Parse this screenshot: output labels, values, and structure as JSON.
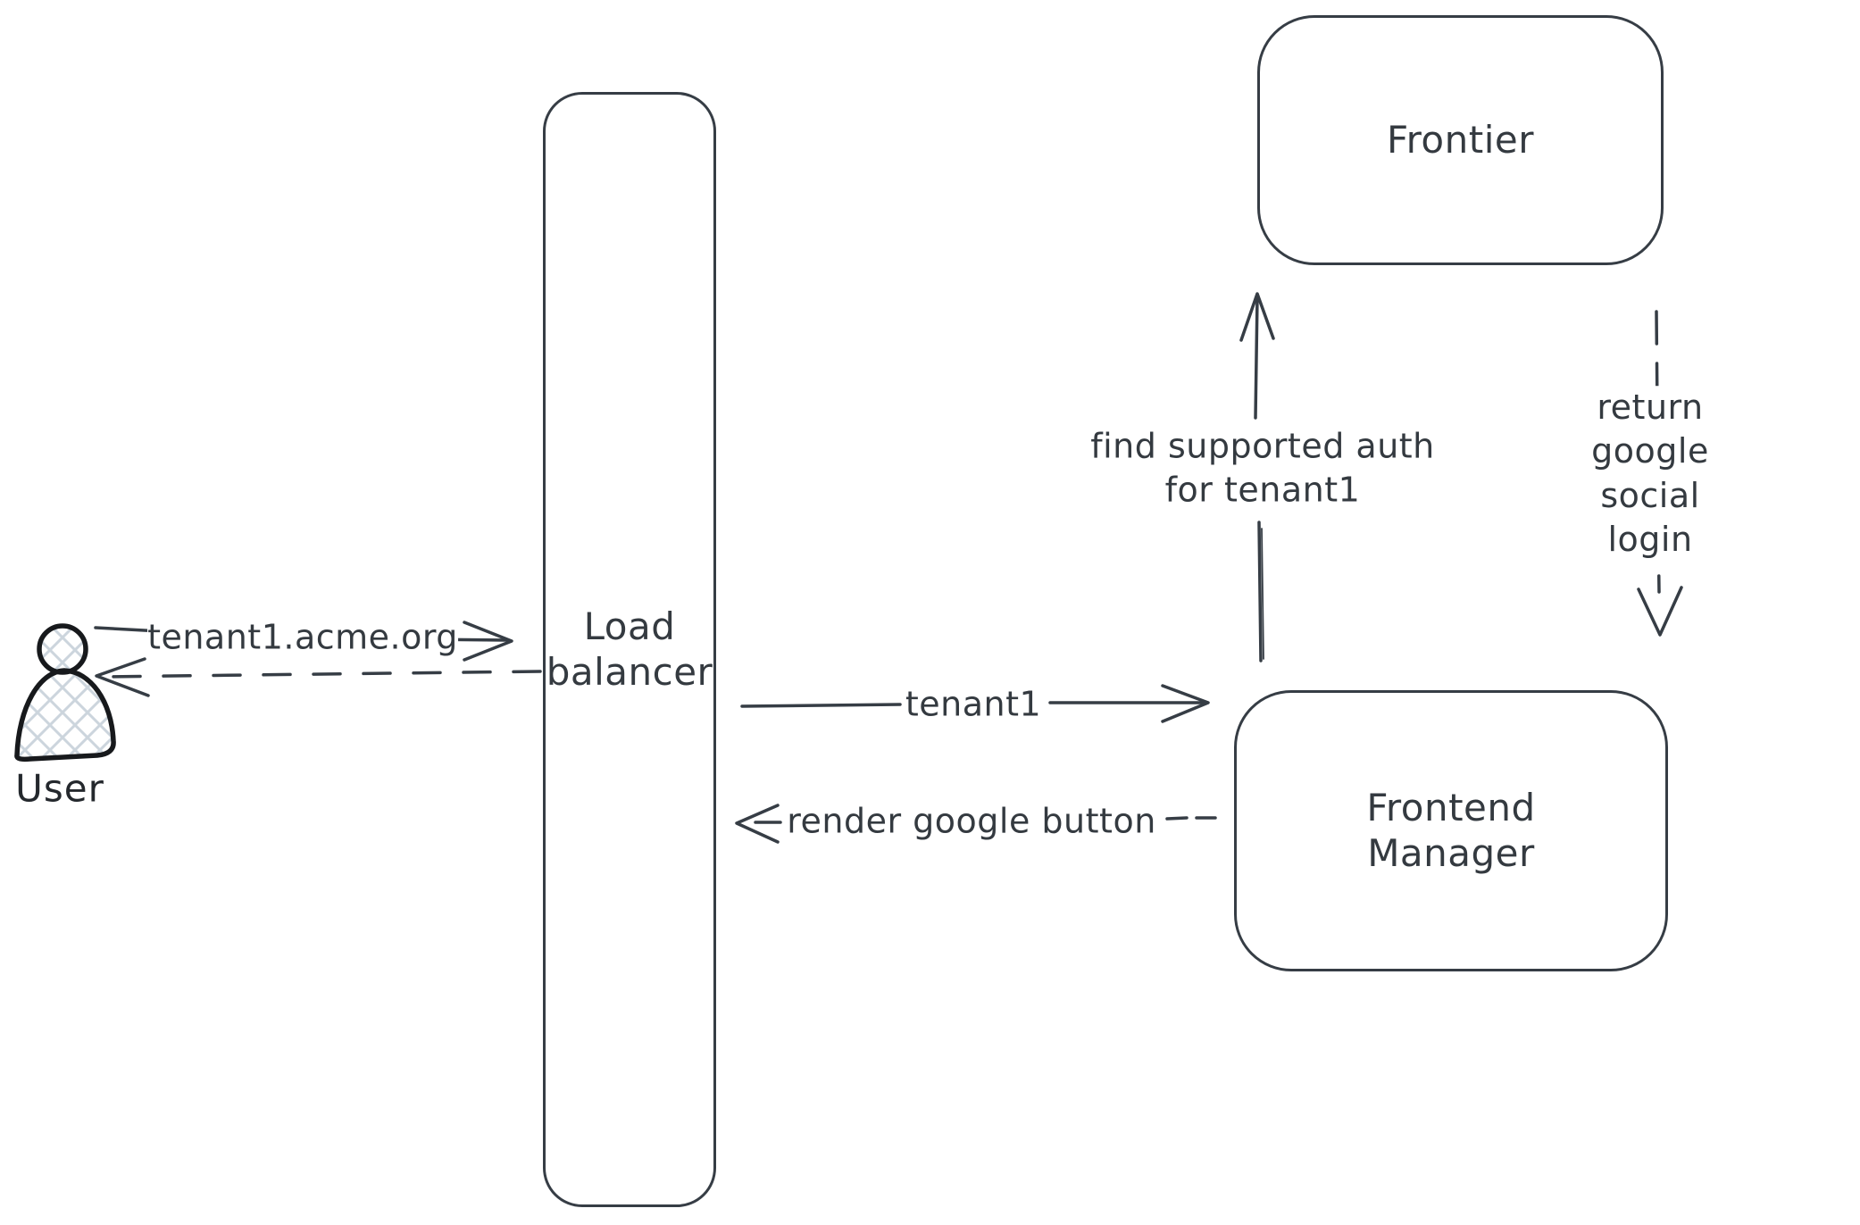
{
  "nodes": {
    "user": {
      "label": "User"
    },
    "load_balancer": {
      "label": "Load\nbalancer"
    },
    "frontier": {
      "label": "Frontier"
    },
    "frontend_manager": {
      "label": "Frontend\nManager"
    }
  },
  "arrows": {
    "user_to_load_balancer": {
      "label": "tenant1.acme.org",
      "style": "solid",
      "direction": "right"
    },
    "load_balancer_to_user": {
      "label": "",
      "style": "dashed",
      "direction": "left"
    },
    "load_balancer_to_frontend_manager": {
      "label": "tenant1",
      "style": "solid",
      "direction": "right"
    },
    "frontend_manager_to_load_balancer": {
      "label": "render google button",
      "style": "dashed",
      "direction": "left"
    },
    "frontend_manager_to_frontier": {
      "label": "find supported auth\nfor tenant1",
      "style": "solid",
      "direction": "up"
    },
    "frontier_to_frontend_manager": {
      "label": "return google social\nlogin",
      "style": "dashed",
      "direction": "down"
    }
  },
  "colors": {
    "background": "#ffffff",
    "stroke": "#363d45",
    "text": "#343a40",
    "user_outline": "#17191c",
    "crosshatch_fill": "#ccd5dd"
  }
}
